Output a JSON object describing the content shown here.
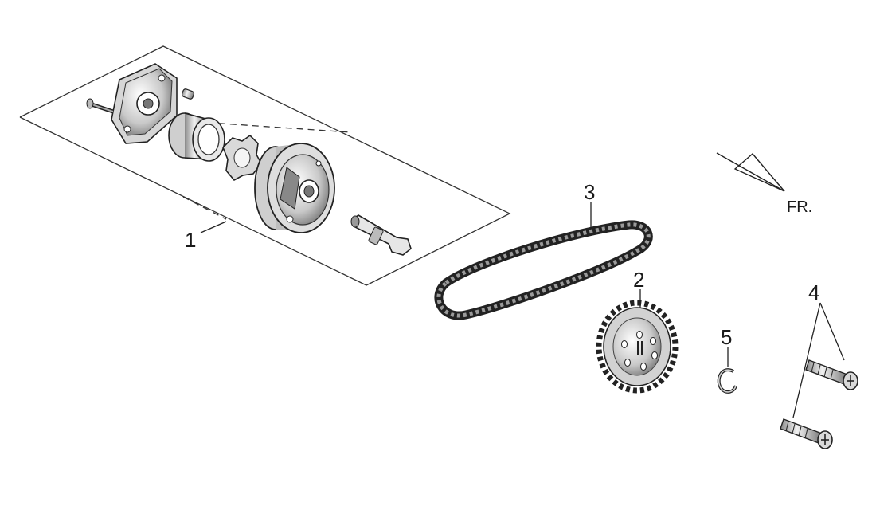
{
  "callouts": {
    "oil_pump_assembly": "1",
    "sprocket": "2",
    "drive_chain": "3",
    "screws": "4",
    "circlip": "5"
  },
  "direction_marker": "FR.",
  "line_color": "#2a2a2a"
}
